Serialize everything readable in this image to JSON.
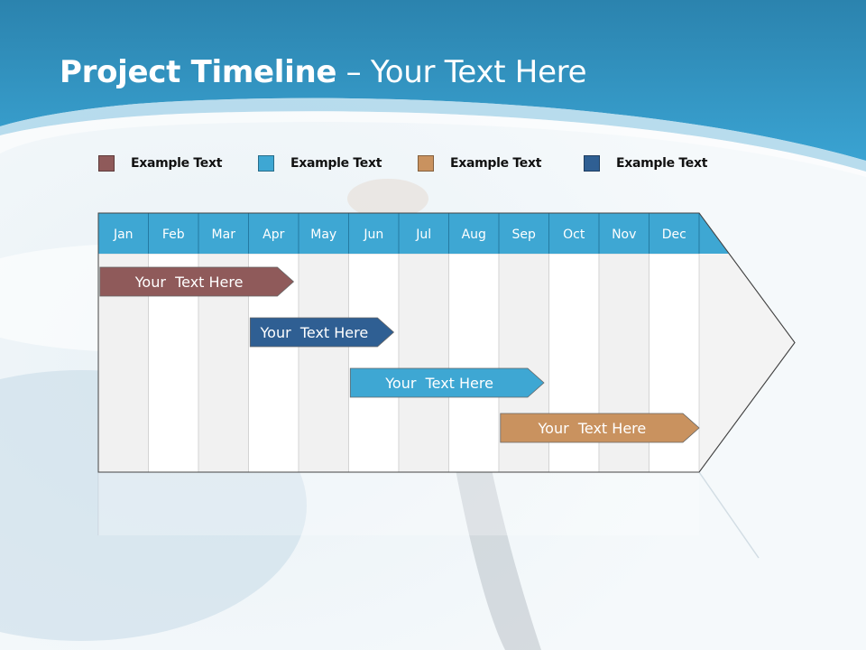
{
  "slide": {
    "title_bold": "Project Timeline",
    "title_rest": " – Your Text Here"
  },
  "legend": [
    {
      "label": "Example Text",
      "color": "#8f5a5a"
    },
    {
      "label": "Example Text",
      "color": "#3ea7d3"
    },
    {
      "label": "Example Text",
      "color": "#c9925f"
    },
    {
      "label": "Example Text",
      "color": "#2f5f93"
    }
  ],
  "timeline": {
    "months": [
      "Jan",
      "Feb",
      "Mar",
      "Apr",
      "May",
      "Jun",
      "Jul",
      "Aug",
      "Sep",
      "Oct",
      "Nov",
      "Dec"
    ],
    "header_color": "#3ea7d3",
    "tasks": [
      {
        "label": "Your  Text Here",
        "start": 0.05,
        "end": 3.9,
        "color": "#8f5a5a"
      },
      {
        "label": "Your  Text Here",
        "start": 3.05,
        "end": 5.9,
        "color": "#2f5f93"
      },
      {
        "label": "Your  Text Here",
        "start": 5.05,
        "end": 8.9,
        "color": "#3ea7d3"
      },
      {
        "label": "Your  Text Here",
        "start": 8.05,
        "end": 12.0,
        "color": "#c9925f"
      }
    ]
  }
}
